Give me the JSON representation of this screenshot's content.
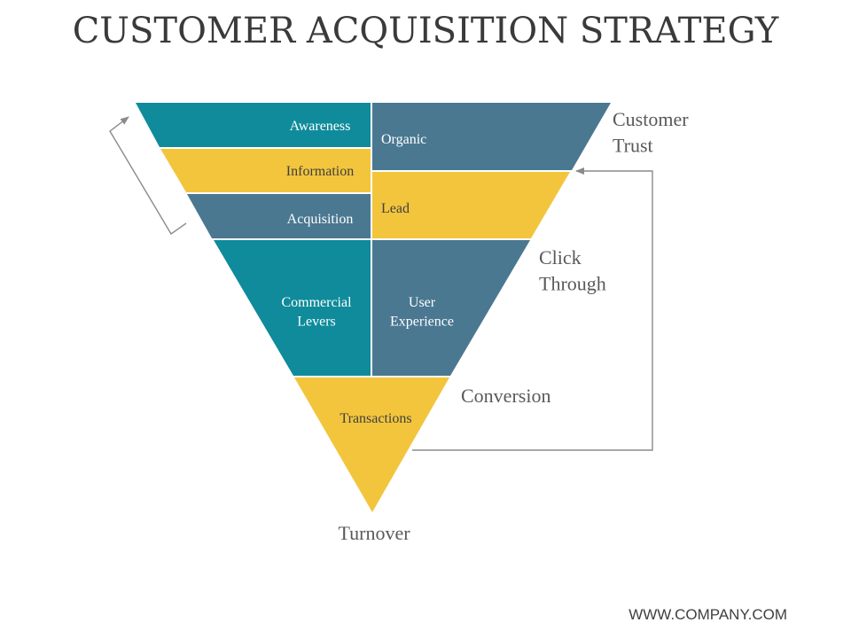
{
  "title": "CUSTOMER ACQUISITION STRATEGY",
  "footer": "WWW.COMPANY.COM",
  "colors": {
    "teal": "#0f8b9b",
    "slate": "#4a7891",
    "yellow": "#f2c53d",
    "connector": "#8a8a8a",
    "side_label": "#595959",
    "dark_label": "#404040",
    "light_label": "#ffffff"
  },
  "funnel": {
    "left": [
      "Awareness",
      "Information",
      "Acquisition",
      "Commercial Levers",
      "Transactions"
    ],
    "right": [
      "Organic",
      "Lead",
      "User Experience"
    ]
  },
  "stages": [
    "Customer Trust",
    "Click Through",
    "Conversion",
    "Turnover"
  ]
}
